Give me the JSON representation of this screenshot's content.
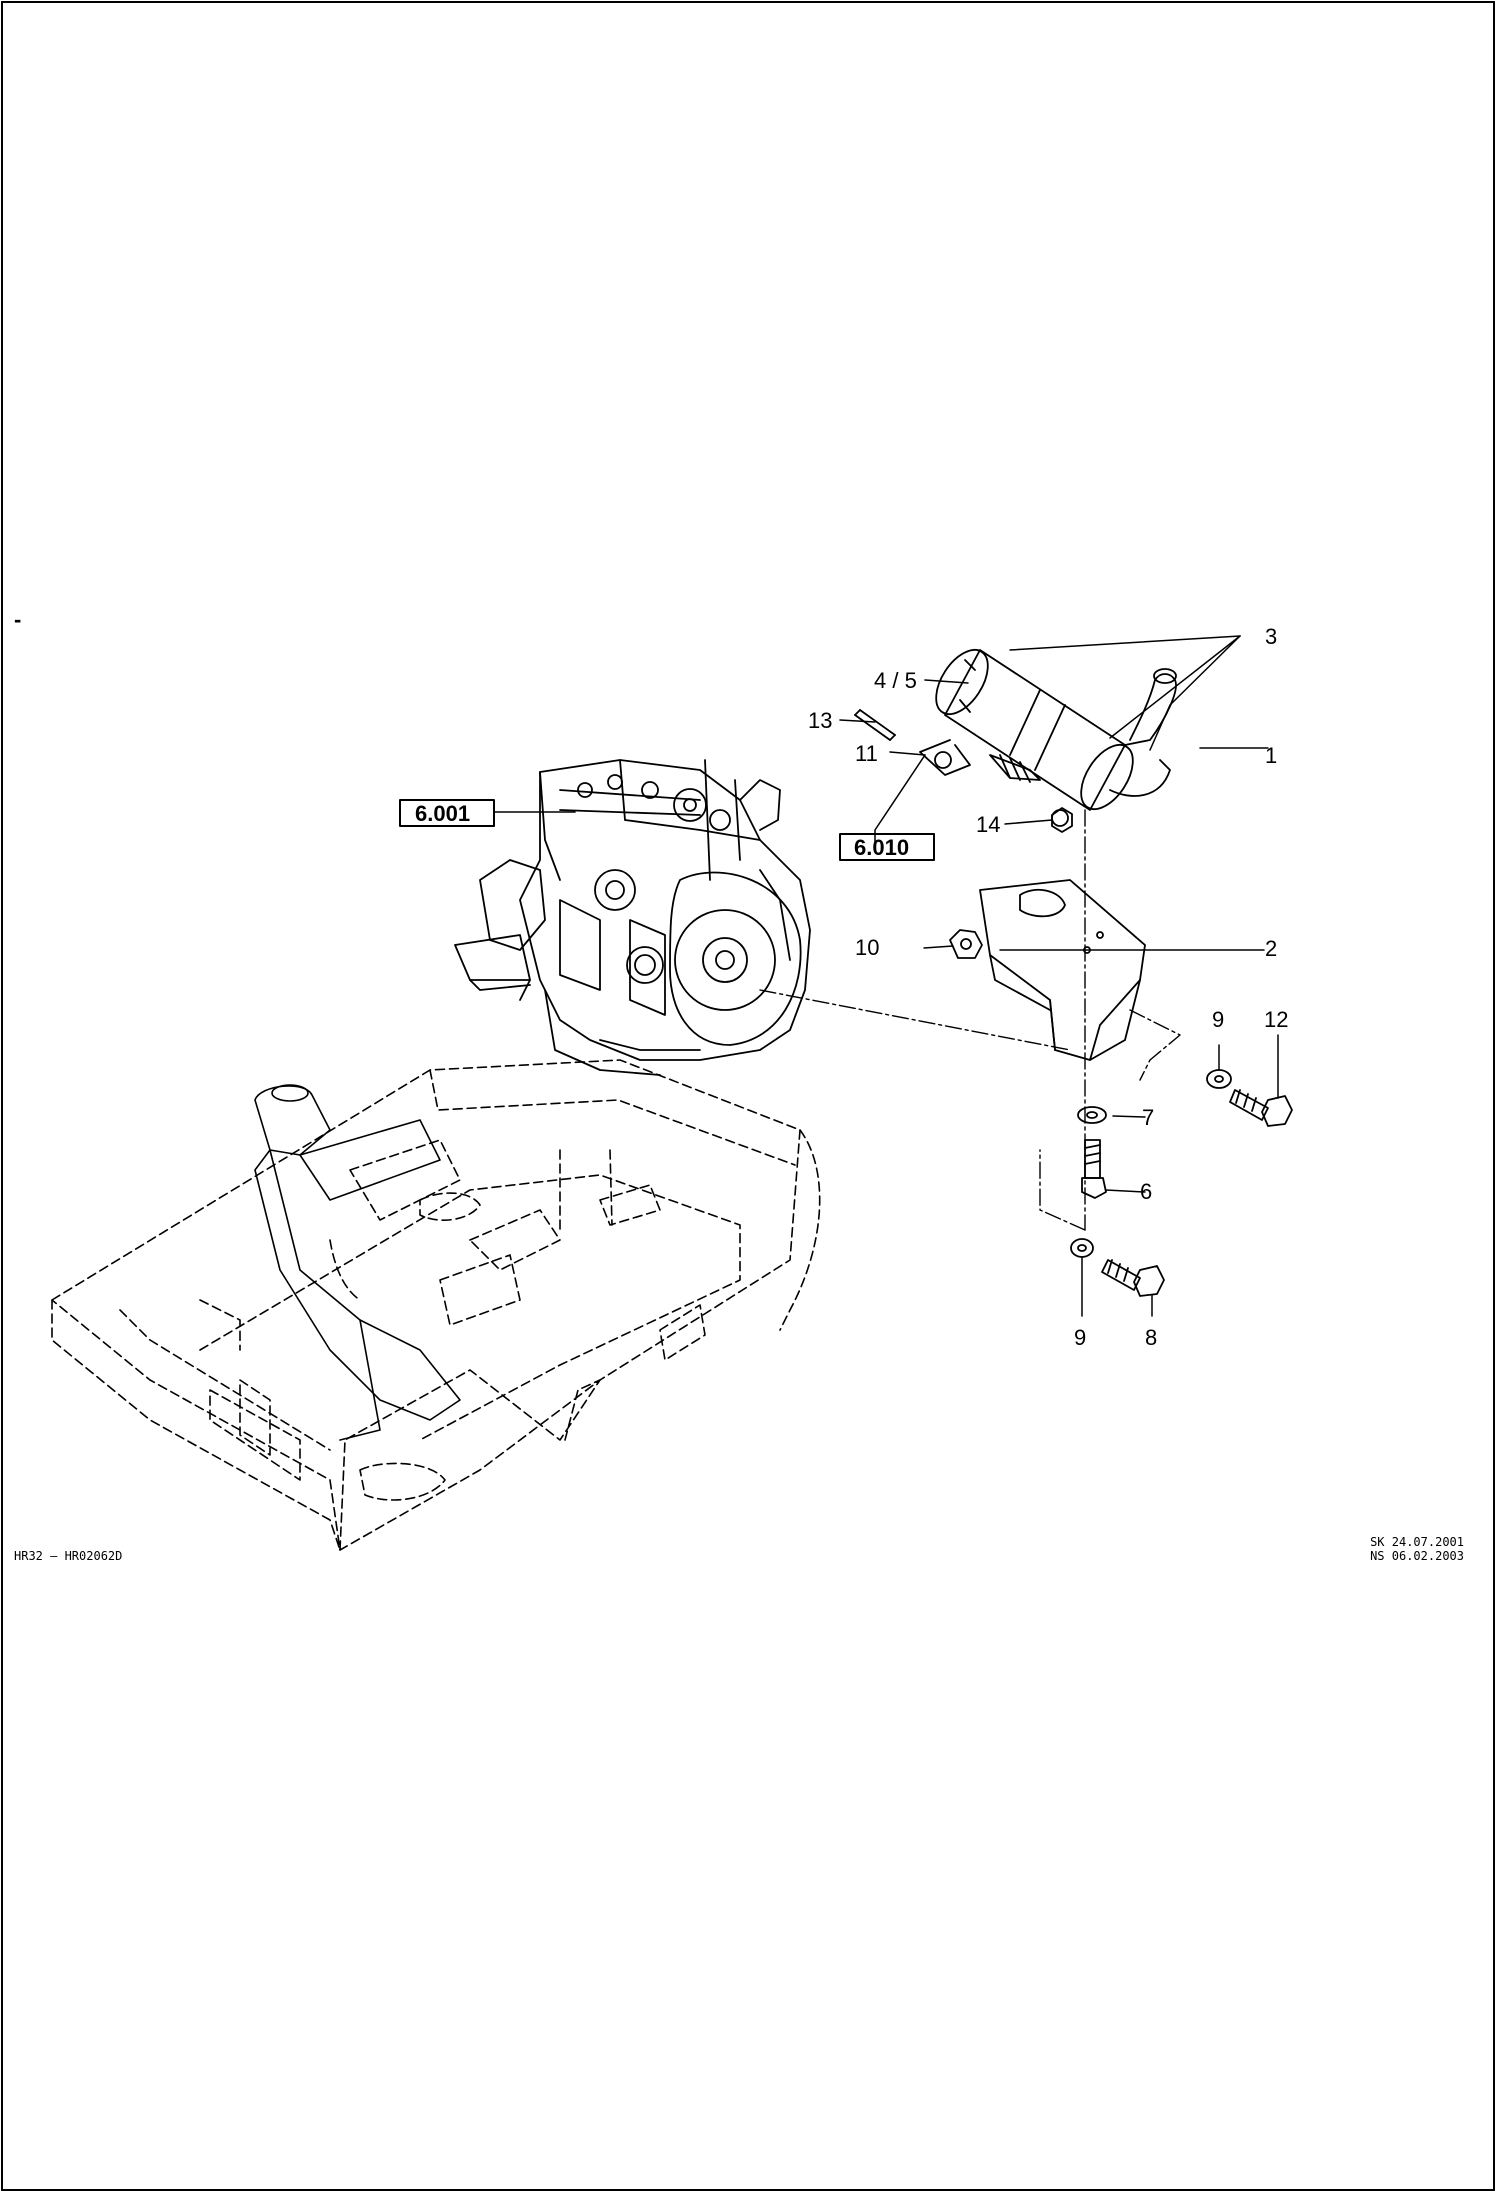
{
  "sheet": {
    "mark": "-",
    "drawing_number": "HR32 – HR02062D",
    "revisions": [
      "SK 24.07.2001",
      "NS 06.02.2003"
    ]
  },
  "references": [
    "6.001",
    "6.010"
  ],
  "callouts": [
    "1",
    "2",
    "3",
    "4 / 5",
    "6",
    "7",
    "8",
    "9",
    "9",
    "10",
    "11",
    "12",
    "13",
    "14"
  ]
}
